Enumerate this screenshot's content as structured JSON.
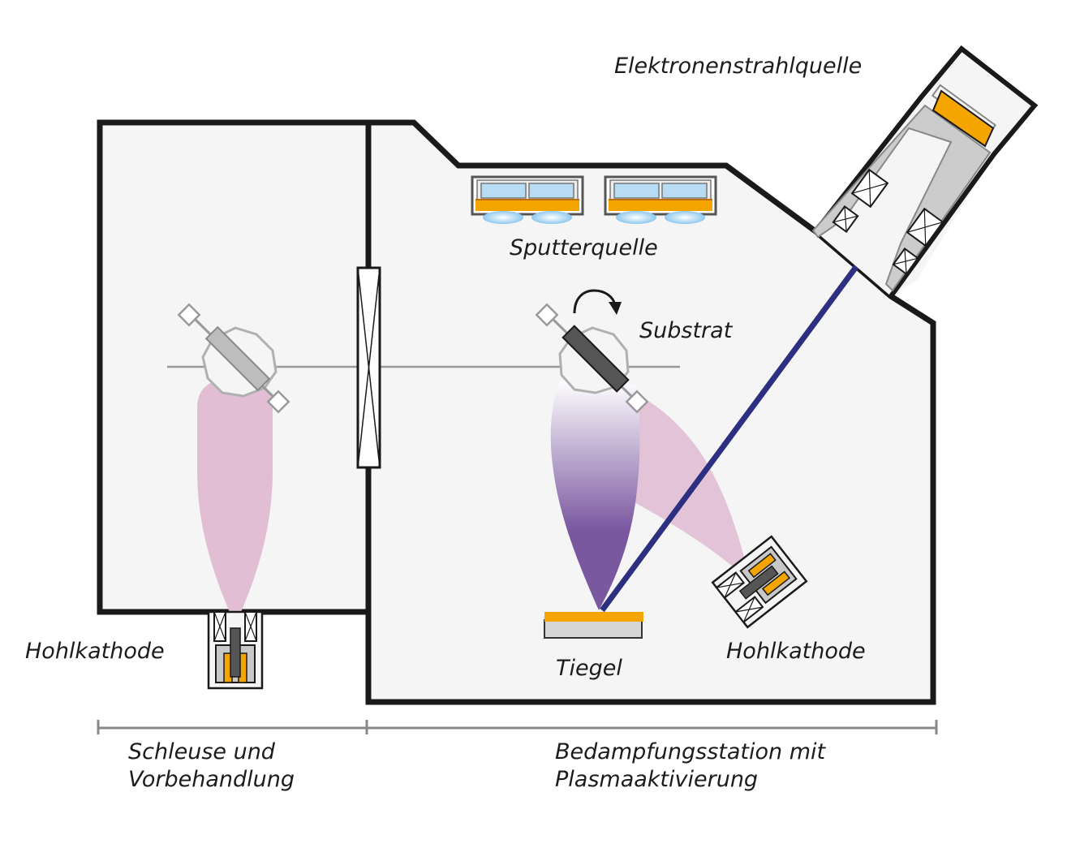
{
  "labels": {
    "electron_source": "Elektronenstrahlquelle",
    "sputter_source": "Sputterquelle",
    "substrate": "Substrat",
    "hollow_cathode_left": "Hohlkathode",
    "hollow_cathode_right": "Hohlkathode",
    "crucible": "Tiegel",
    "section_left": [
      "Schleuse und",
      "Vorbehandlung"
    ],
    "section_right": [
      "Bedampfungsstation mit",
      "Plasmaaktivierung"
    ]
  },
  "colors": {
    "chamber_fill": "#f5f5f5",
    "chamber_wall": "#1a1a1a",
    "orange": "#f5a500",
    "electron_beam": "#2d2f80",
    "plasma_pink": "#e1bed4",
    "vapor_purple": "#7a58a0",
    "gray_part": "#c8c8c8",
    "dark_gray": "#555555",
    "bracket": "#888888",
    "sputter_blue": "#b8dcf4"
  }
}
